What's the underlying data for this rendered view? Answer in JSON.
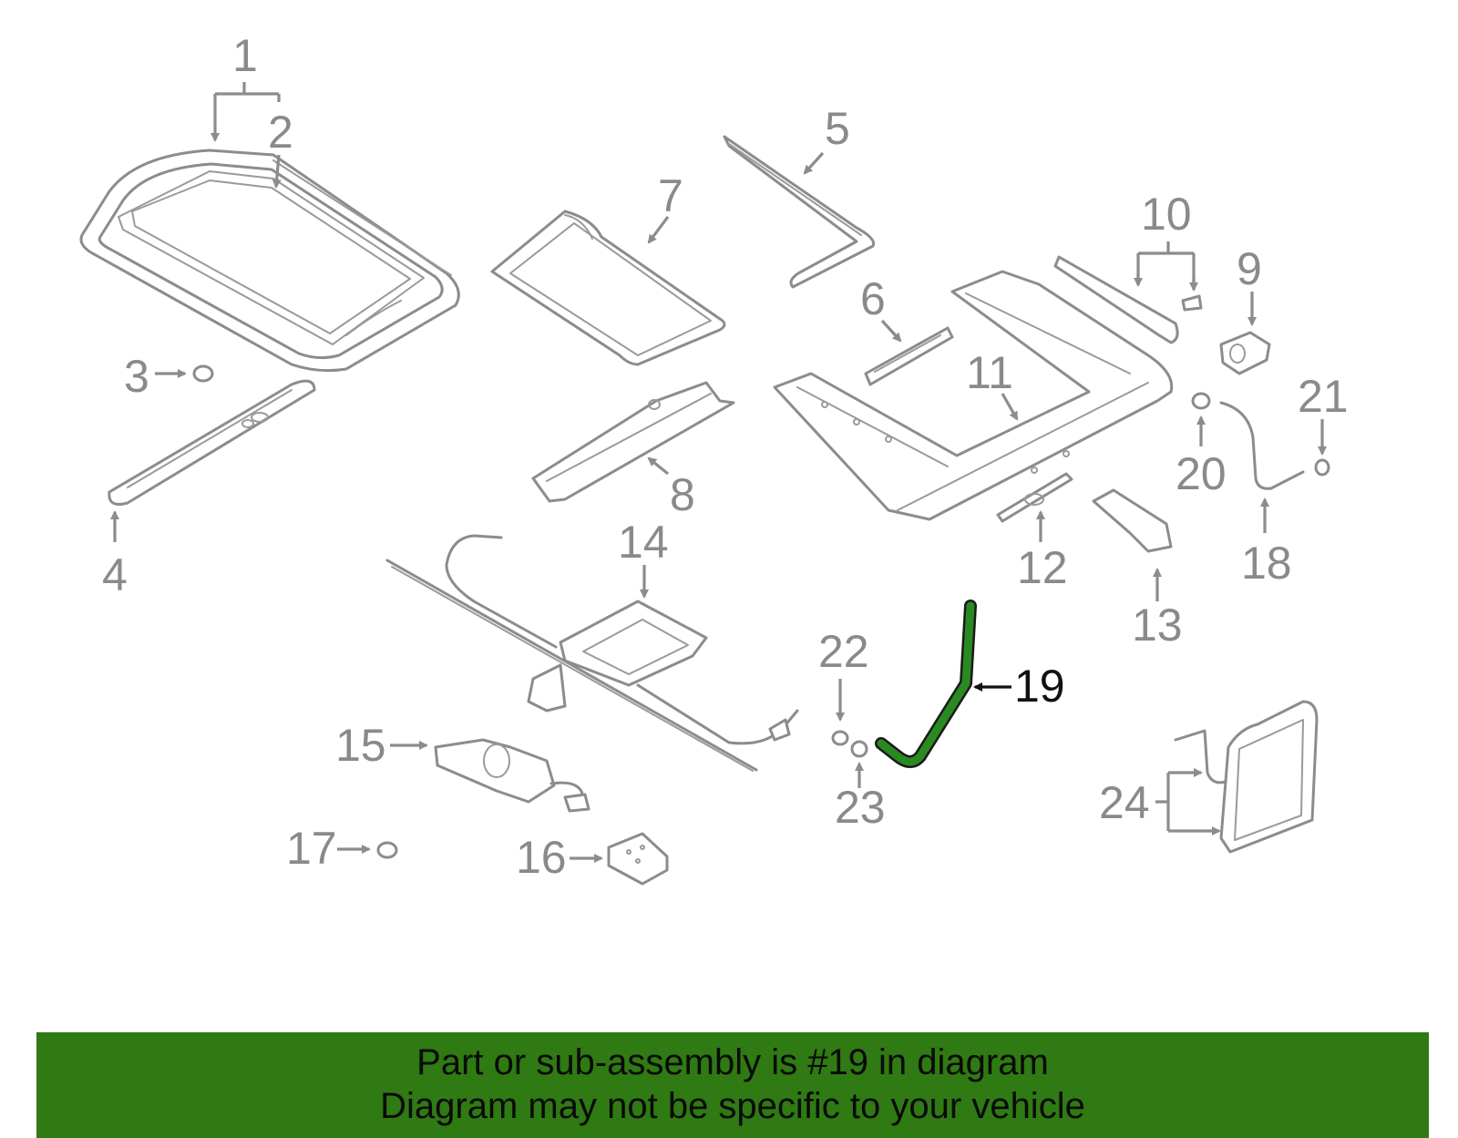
{
  "callouts": {
    "c1": "1",
    "c2": "2",
    "c3": "3",
    "c4": "4",
    "c5": "5",
    "c6": "6",
    "c7": "7",
    "c8": "8",
    "c9": "9",
    "c10": "10",
    "c11": "11",
    "c12": "12",
    "c13": "13",
    "c14": "14",
    "c15": "15",
    "c16": "16",
    "c17": "17",
    "c18": "18",
    "c19": "19",
    "c20": "20",
    "c21": "21",
    "c22": "22",
    "c23": "23",
    "c24": "24"
  },
  "highlighted_part": "19",
  "colors": {
    "highlight": "#2a8a22",
    "banner": "#2f7a12",
    "lineart": "#8c8c8c"
  },
  "banner": {
    "line1": "Part or sub-assembly is #19 in diagram",
    "line2": "Diagram may not be specific to your vehicle"
  }
}
